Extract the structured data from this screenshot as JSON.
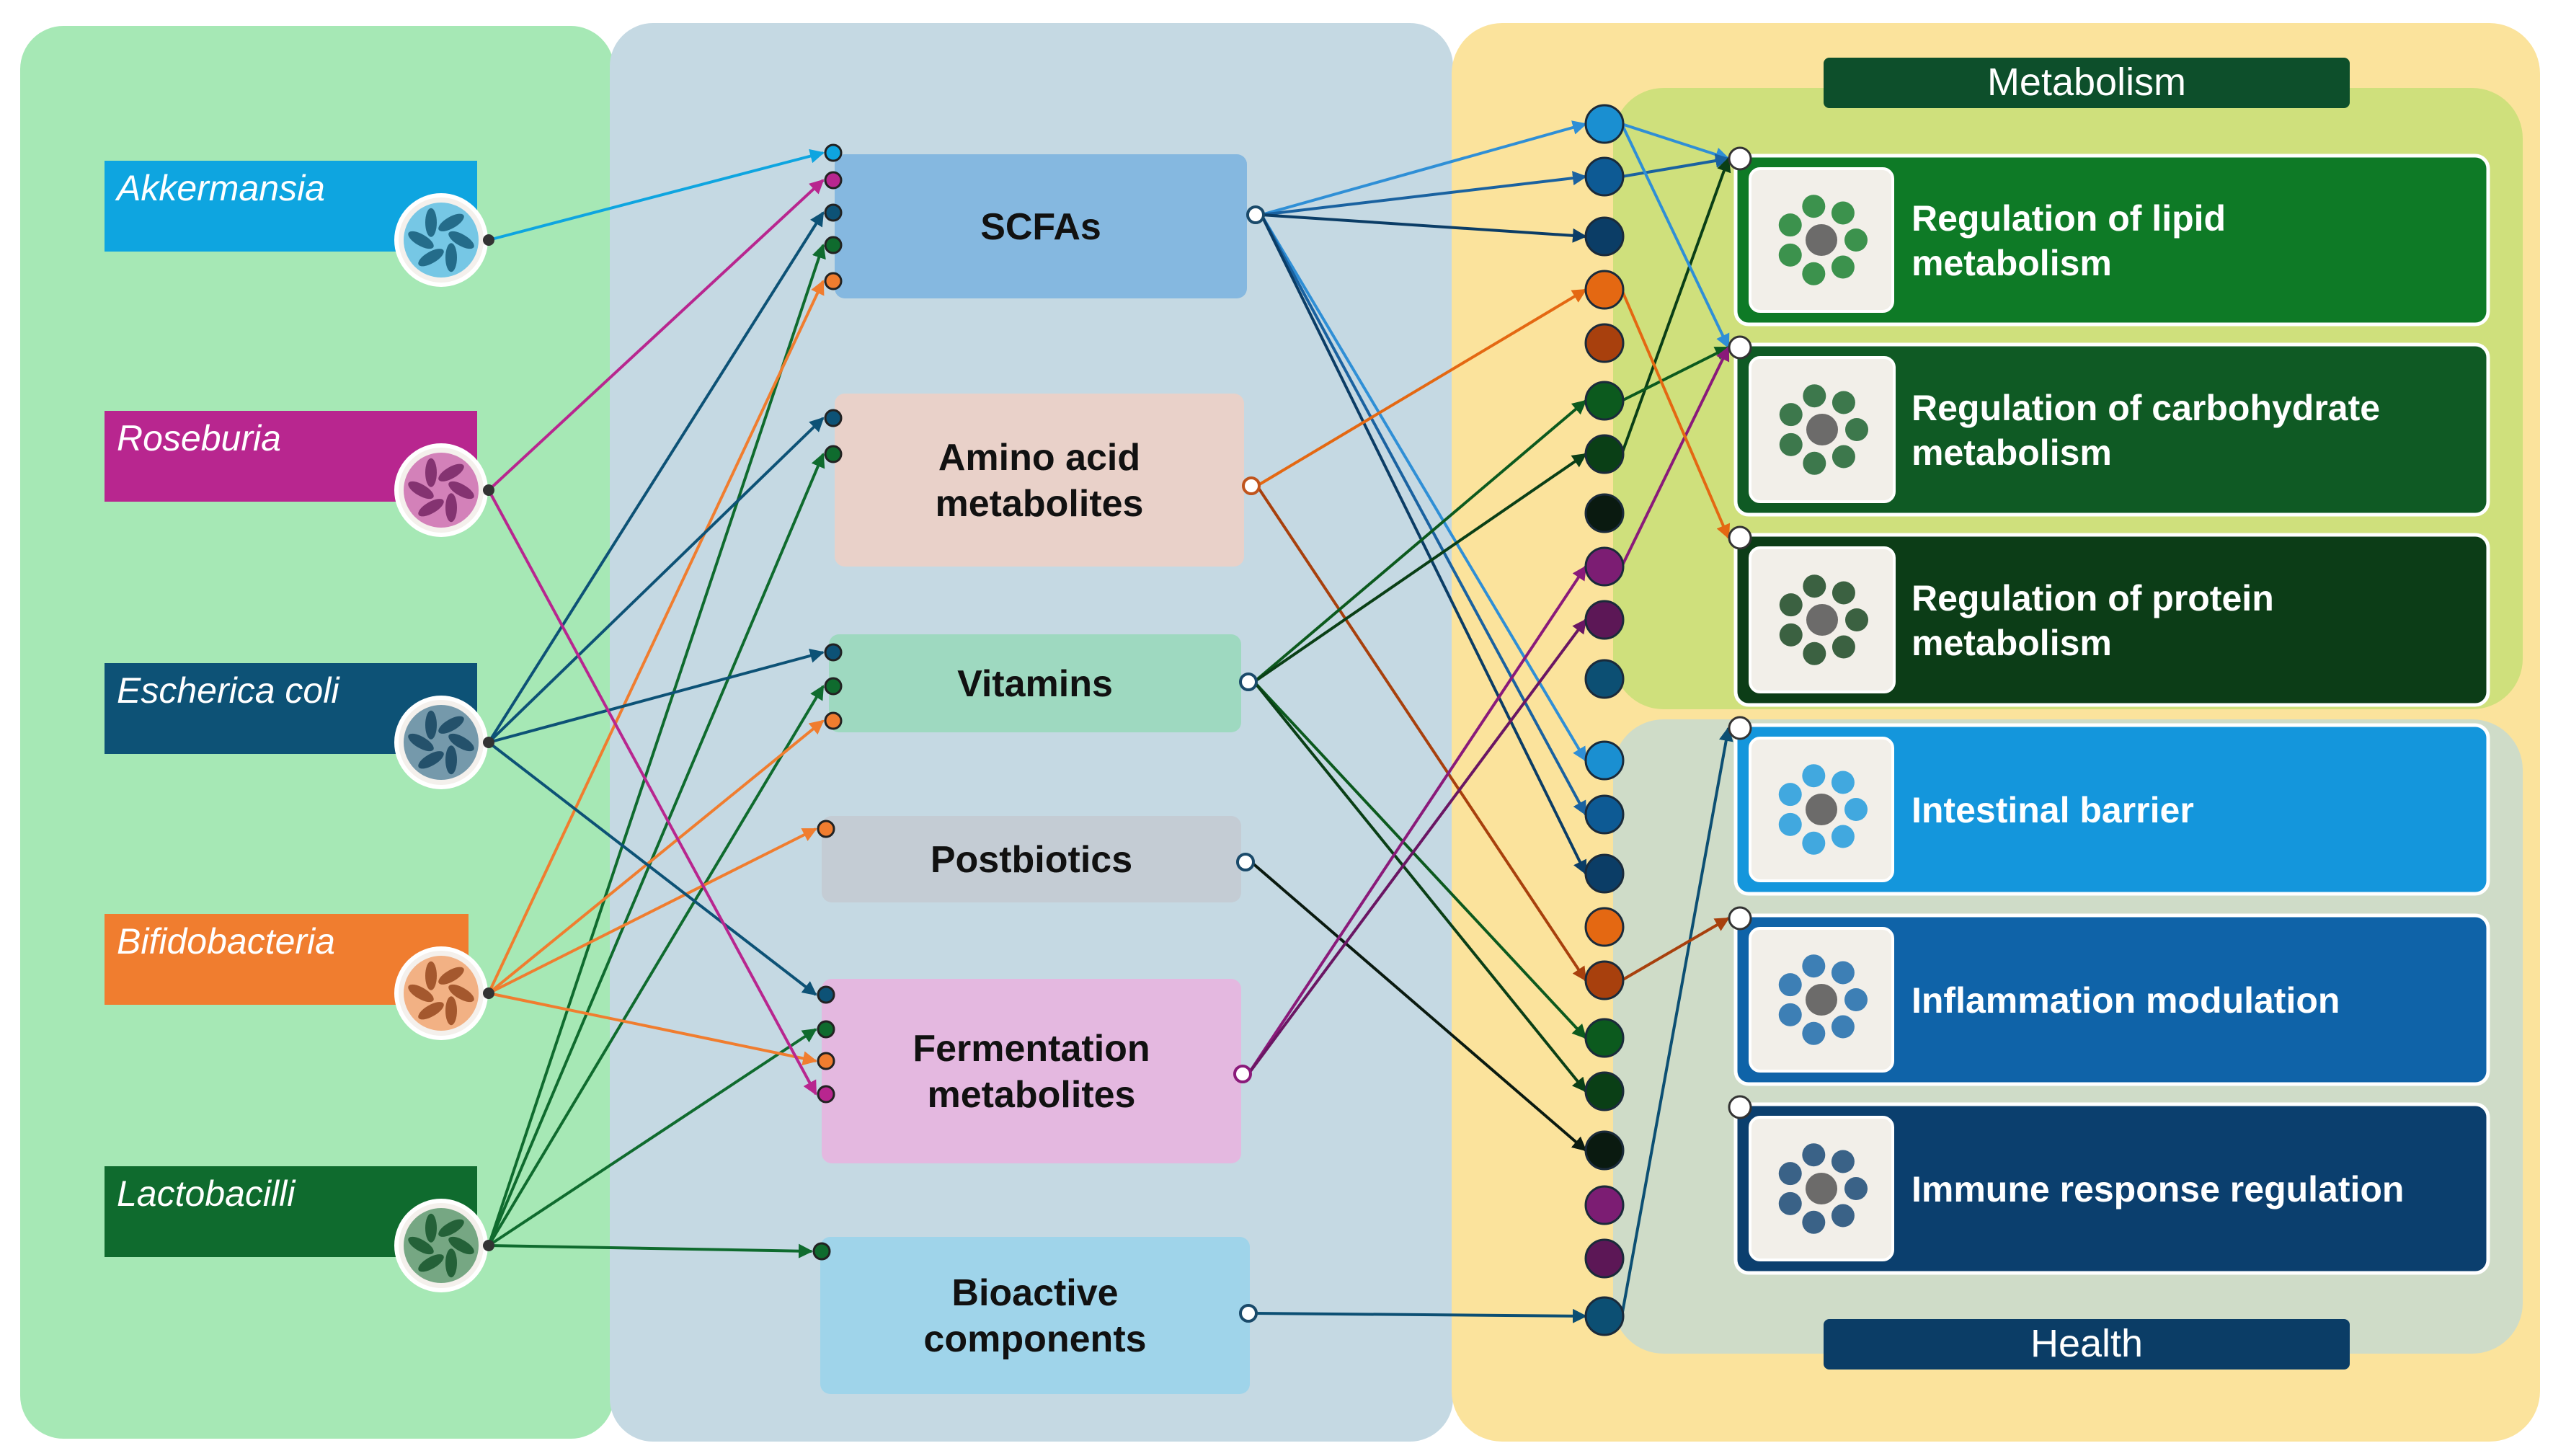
{
  "bacteria": [
    {
      "id": "akk",
      "label": "Akkermansia",
      "color": "#0ea5e0",
      "dot": "#0a4d6b"
    },
    {
      "id": "ros",
      "label": "Roseburia",
      "color": "#b8268f",
      "dot": "#6a1a5a"
    },
    {
      "id": "eco",
      "label": "Escherica coli",
      "color": "#0d5276",
      "dot": "#0a3a55"
    },
    {
      "id": "bif",
      "label": "Bifidobacteria",
      "color": "#f07d2f",
      "dot": "#8a3b12"
    },
    {
      "id": "lac",
      "label": "Lactobacilli",
      "color": "#0f6b2e",
      "dot": "#0a4a1f"
    }
  ],
  "metabolites": [
    {
      "id": "scfa",
      "lines": [
        "SCFAs"
      ],
      "color": "#85b8e0"
    },
    {
      "id": "amino",
      "lines": [
        "Amino acid",
        "metabolites"
      ],
      "color": "#e9d1c9"
    },
    {
      "id": "vit",
      "lines": [
        "Vitamins"
      ],
      "color": "#9ed9c0"
    },
    {
      "id": "post",
      "lines": [
        "Postbiotics"
      ],
      "color": "#c4ccd4"
    },
    {
      "id": "ferm",
      "lines": [
        "Fermentation",
        "metabolites"
      ],
      "color": "#e4b8e0"
    },
    {
      "id": "bio",
      "lines": [
        "Bioactive",
        "components"
      ],
      "color": "#9fd4ea"
    }
  ],
  "metabolism_title": "Metabolism",
  "health_title": "Health",
  "outcomes": [
    {
      "id": "lipid",
      "lines": [
        "Regulation of lipid",
        "metabolism"
      ],
      "color": "#0e7a26",
      "icon": "lipid-molecule-icon"
    },
    {
      "id": "carb",
      "lines": [
        "Regulation of carbohydrate",
        "metabolism"
      ],
      "color": "#0f5a24",
      "icon": "carbohydrate-molecule-icon"
    },
    {
      "id": "prot",
      "lines": [
        "Regulation of protein",
        "metabolism"
      ],
      "color": "#0c3d17",
      "icon": "protein-structure-icon"
    },
    {
      "id": "barrier",
      "lines": [
        "Intestinal barrier"
      ],
      "color": "#1496dc",
      "icon": "intestinal-villi-icon"
    },
    {
      "id": "inflam",
      "lines": [
        "Inflammation modulation"
      ],
      "color": "#0f63a8",
      "icon": "colon-inflammation-icon"
    },
    {
      "id": "immune",
      "lines": [
        "Immune response regulation"
      ],
      "color": "#0b3f6e",
      "icon": "immune-cells-icon"
    }
  ],
  "panel_colors": {
    "left": "#a6e8b5",
    "middle": "#c5d9e3",
    "right": "#fbe39c",
    "metabolism": "#cfe07c",
    "health": "#cfdcc8"
  },
  "hub_colors": [
    "#1a8fd1",
    "#0d5a94",
    "#0b3d66",
    "#e46812",
    "#a8400d",
    "#0c5a1e",
    "#0a3f16",
    "#0a1a10",
    "#7c1d73",
    "#5c1756",
    "#0c4f73",
    "#1a8fd1",
    "#0d5a94",
    "#0b3d66",
    "#e46812",
    "#a8400d",
    "#0c5a1e",
    "#0a3f16",
    "#0a1a10",
    "#7c1d73",
    "#5c1756",
    "#0c4f73"
  ]
}
